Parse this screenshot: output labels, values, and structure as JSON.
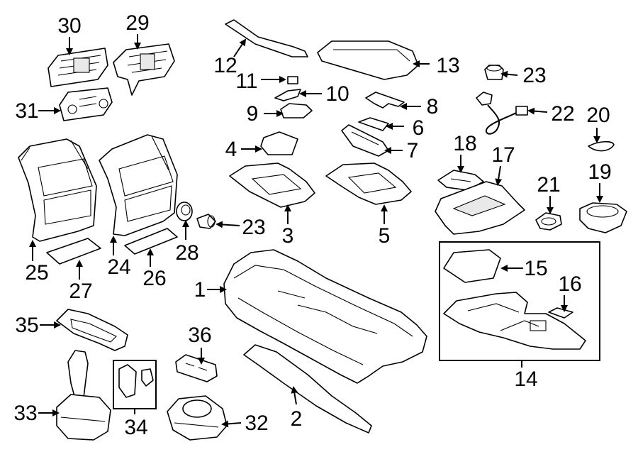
{
  "callouts": {
    "c1": "1",
    "c2": "2",
    "c3": "3",
    "c4": "4",
    "c5": "5",
    "c6": "6",
    "c7": "7",
    "c8": "8",
    "c9": "9",
    "c10": "10",
    "c11": "11",
    "c12": "12",
    "c13": "13",
    "c14": "14",
    "c15": "15",
    "c16": "16",
    "c17": "17",
    "c18": "18",
    "c19": "19",
    "c20": "20",
    "c21": "21",
    "c22": "22",
    "c23a": "23",
    "c23b": "23",
    "c24": "24",
    "c25": "25",
    "c26": "26",
    "c27": "27",
    "c28": "28",
    "c29": "29",
    "c30": "30",
    "c31": "31",
    "c32": "32",
    "c33": "33",
    "c34": "34",
    "c35": "35",
    "c36": "36"
  }
}
